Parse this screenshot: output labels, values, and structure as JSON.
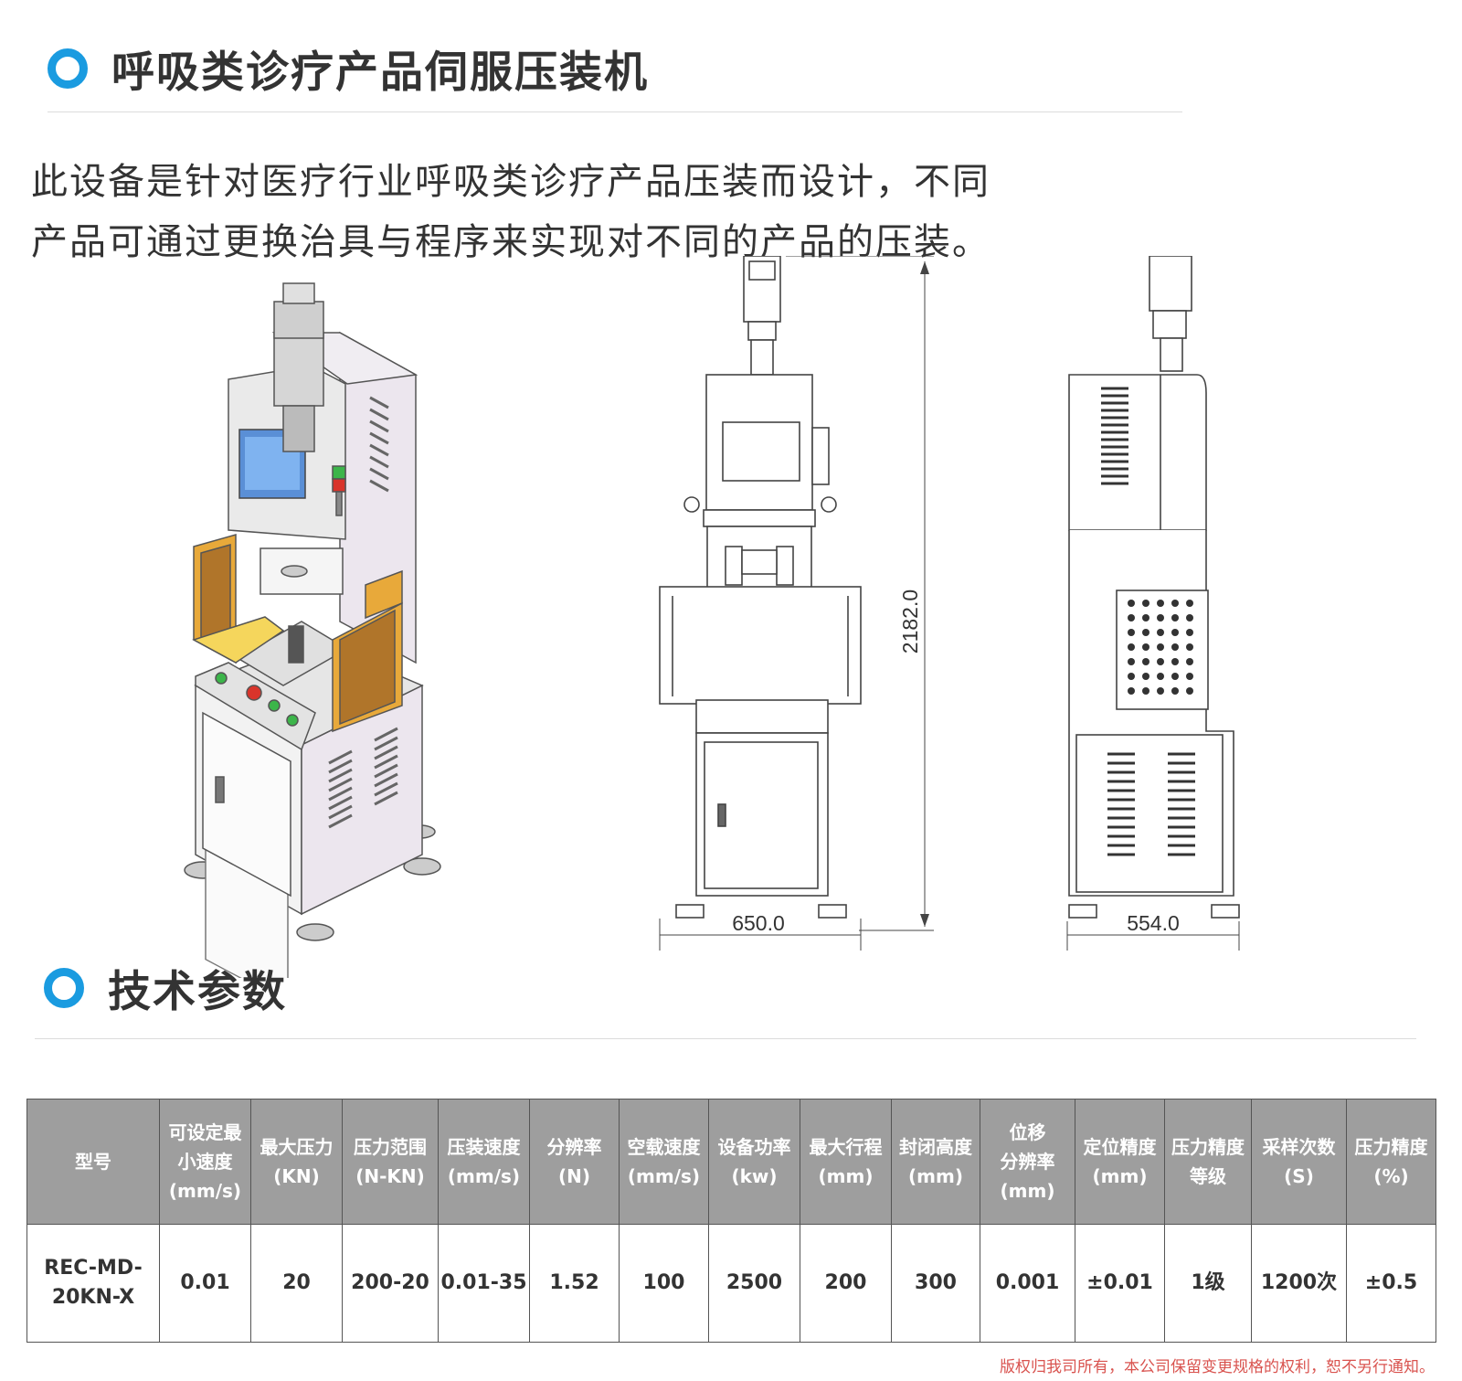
{
  "section1": {
    "title": "呼吸类诊疗产品伺服压装机"
  },
  "description": {
    "line1": "此设备是针对医疗行业呼吸类诊疗产品压装而设计，不同",
    "line2": "产品可通过更换治具与程序来实现对不同的产品的压装。"
  },
  "dimensions": {
    "height": "2182.0",
    "width": "650.0",
    "depth": "554.0"
  },
  "section2": {
    "title": "技术参数"
  },
  "table": {
    "headers": [
      [
        "型号"
      ],
      [
        "可设定最",
        "小速度",
        "(mm/s)"
      ],
      [
        "最大压力",
        "(KN)"
      ],
      [
        "压力范围",
        "(N-KN)"
      ],
      [
        "压装速度",
        "(mm/s)"
      ],
      [
        "分辨率",
        "(N)"
      ],
      [
        "空载速度",
        "(mm/s)"
      ],
      [
        "设备功率",
        "(kw)"
      ],
      [
        "最大行程",
        "(mm)"
      ],
      [
        "封闭高度",
        "(mm)"
      ],
      [
        "位移",
        "分辨率",
        "(mm)"
      ],
      [
        "定位精度",
        "(mm)"
      ],
      [
        "压力精度",
        "等级"
      ],
      [
        "采样次数",
        "(S)"
      ],
      [
        "压力精度",
        "(%)"
      ]
    ],
    "row": [
      [
        "REC-MD-",
        "20KN-X"
      ],
      [
        "0.01"
      ],
      [
        "20"
      ],
      [
        "200-20"
      ],
      [
        "0.01-35"
      ],
      [
        "1.52"
      ],
      [
        "100"
      ],
      [
        "2500"
      ],
      [
        "200"
      ],
      [
        "300"
      ],
      [
        "0.001"
      ],
      [
        "±0.01"
      ],
      [
        "1级"
      ],
      [
        "1200次"
      ],
      [
        "±0.5"
      ]
    ]
  },
  "footer": {
    "copyright": "版权归我司所有，本公司保留变更规格的权利，恕不另行通知。"
  },
  "colors": {
    "accent": "#1a9be0",
    "header_bg": "#9e9e9e",
    "guard": "#e8a93a",
    "body": "#ece6ee",
    "copyright": "#d9534f"
  }
}
